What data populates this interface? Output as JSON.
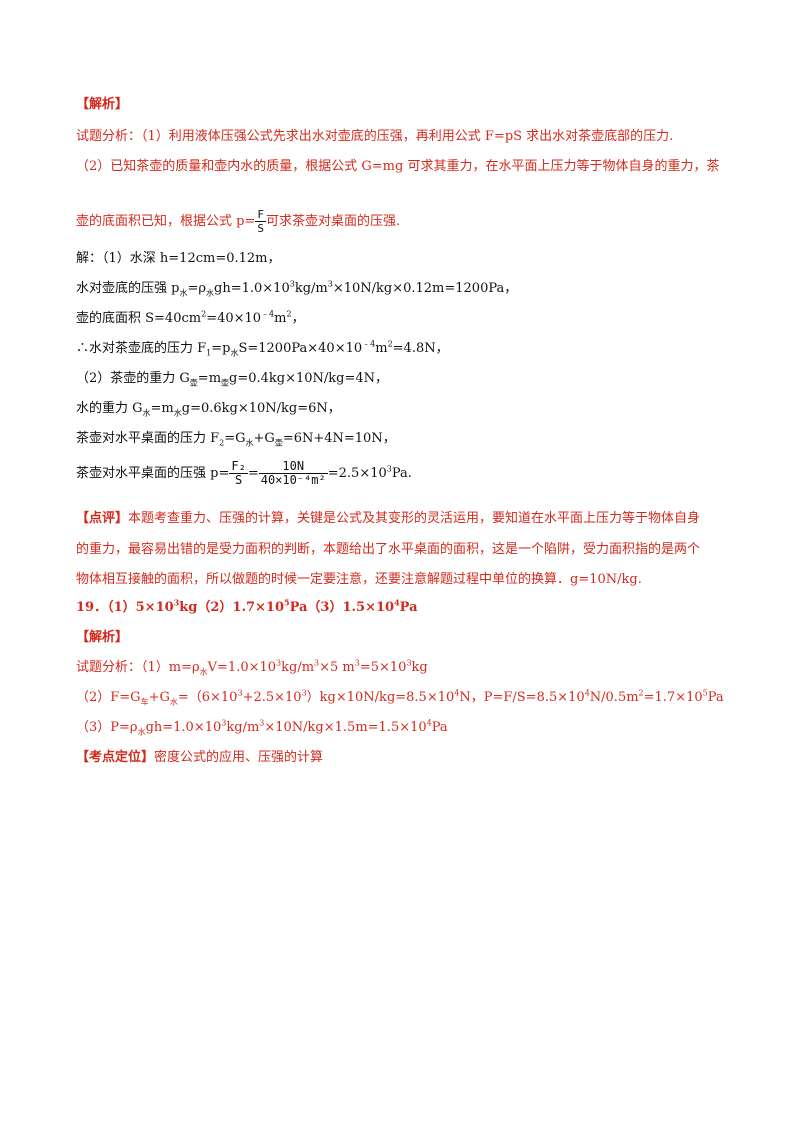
{
  "section1": {
    "heading": "【解析】",
    "analysis_1": "试题分析：（1）利用液体压强公式先求出水对壶底的压强，再利用公式 F=pS 求出水对茶壶底部的压力.",
    "analysis_2": "（2）已知茶壶的质量和壶内水的质量，根据公式 G=mg 可求其重力，在水平面上压力等于物体自身的重力，茶",
    "analysis_3_pre": "壶的底面积已知，根据公式 p=",
    "analysis_3_frac_num": "F",
    "analysis_3_frac_den": "S",
    "analysis_3_post": "可求茶壶对桌面的压强."
  },
  "solution": {
    "l1": "解：（1）水深 h=12cm=0.12m，",
    "l2_a": "水对壶底的压强 p",
    "l2_sub1": "水",
    "l2_b": "=ρ",
    "l2_sub2": "水",
    "l2_c": "gh=1.0×10",
    "l2_sup1": "3",
    "l2_d": "kg/m",
    "l2_sup2": "3",
    "l2_e": "×10N/kg×0.12m=1200Pa，",
    "l3_a": "壶的底面积 S=40cm",
    "l3_sup1": "2",
    "l3_b": "=40×10",
    "l3_sup2": "﹣4",
    "l3_c": "m",
    "l3_sup3": "2",
    "l3_d": "，",
    "l4_a": "∴水对茶壶底的压力 F",
    "l4_sub1": "1",
    "l4_b": "=p",
    "l4_sub2": "水",
    "l4_c": "S=1200Pa×40×10",
    "l4_sup1": "﹣4",
    "l4_d": "m",
    "l4_sup2": "2",
    "l4_e": "=4.8N，",
    "l5_a": "（2）茶壶的重力 G",
    "l5_sub1": "壶",
    "l5_b": "=m",
    "l5_sub2": "壶",
    "l5_c": "g=0.4kg×10N/kg=4N，",
    "l6_a": "水的重力 G",
    "l6_sub1": "水",
    "l6_b": "=m",
    "l6_sub2": "水",
    "l6_c": "g=0.6kg×10N/kg=6N，",
    "l7_a": "茶壶对水平桌面的压力 F",
    "l7_sub1": "2",
    "l7_b": "=G",
    "l7_sub2": "水",
    "l7_c": "+G",
    "l7_sub3": "壶",
    "l7_d": "=6N+4N=10N，",
    "l8_a": "茶壶对水平桌面的压强 p=",
    "l8_f1_num": "F₂",
    "l8_f1_den": "S",
    "l8_eq": "=",
    "l8_f2_num": "10N",
    "l8_f2_den": "40×10⁻⁴m²",
    "l8_b": "=2.5×10",
    "l8_sup": "3",
    "l8_c": "Pa."
  },
  "comment": {
    "label": "【点评】",
    "l1": "本题考查重力、压强的计算，关键是公式及其变形的灵活运用，要知道在水平面上压力等于物体自身",
    "l2": "的重力，最容易出错的是受力面积的判断，本题给出了水平桌面的面积，这是一个陷阱，受力面积指的是两个",
    "l3": "物体相互接触的面积，所以做题的时候一定要注意，还要注意解题过程中单位的换算．g=10N/kg."
  },
  "q19": {
    "a": "19．（1）5×10",
    "sup1": "3",
    "b": "kg（2）1.7×10",
    "sup2": "5",
    "c": "Pa（3）1.5×10",
    "sup3": "4",
    "d": "Pa"
  },
  "section2": {
    "heading": "【解析】",
    "l1_a": "试题分析：（1）m=ρ",
    "l1_sub": "水",
    "l1_b": "V=1.0×10",
    "l1_sup1": "3",
    "l1_c": "kg/m",
    "l1_sup2": "3",
    "l1_d": "×5 m",
    "l1_sup3": "3",
    "l1_e": "=5×10",
    "l1_sup4": "3",
    "l1_f": "kg",
    "l2_a": "（2）F=G",
    "l2_sub1": "车",
    "l2_b": "+G",
    "l2_sub2": "水",
    "l2_c": "=（6×10",
    "l2_sup1": "3",
    "l2_d": "+2.5×10",
    "l2_sup2": "3",
    "l2_e": "）kg×10N/kg=8.5×10",
    "l2_sup3": "4",
    "l2_f": "N，P=F/S=8.5×10",
    "l2_sup4": "4",
    "l2_g": "N/0.5m",
    "l2_sup5": "2",
    "l2_h": "=1.7×10",
    "l2_sup6": "5",
    "l2_i": "Pa",
    "l3_a": "（3）P=ρ",
    "l3_sub": "水",
    "l3_b": "gh=1.0×10",
    "l3_sup1": "3",
    "l3_c": "kg/m",
    "l3_sup2": "3",
    "l3_d": "×10N/kg×1.5m=1.5×10",
    "l3_sup3": "4",
    "l3_e": "Pa",
    "kp_label": "【考点定位】",
    "kp_text": "密度公式的应用、压强的计算"
  }
}
